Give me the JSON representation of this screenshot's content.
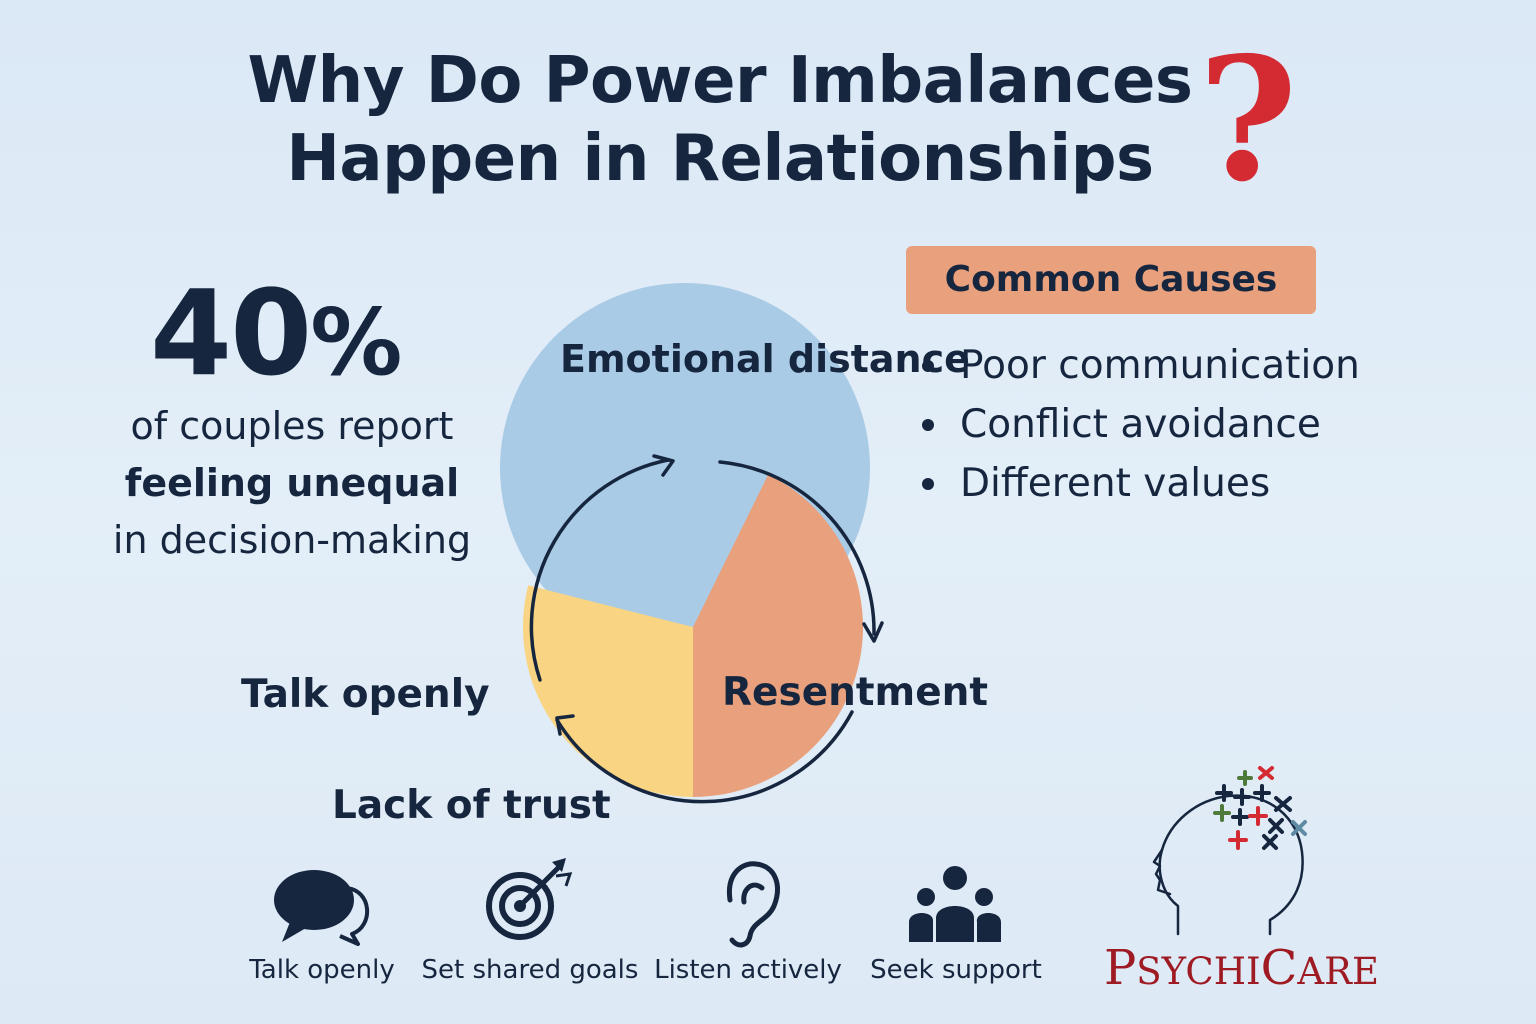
{
  "title": {
    "line1": "Why Do Power Imbalances",
    "line2": "Happen in Relationships",
    "mark": "?"
  },
  "stat": {
    "value": "40",
    "unit": "%",
    "line1": "of couples report",
    "line2": "feeling unequal",
    "line3": "in decision-making"
  },
  "cycle": {
    "emotional": "Emotional distance",
    "resentment": "Resentment",
    "talk": "Talk openly",
    "trust": "Lack of trust"
  },
  "causes": {
    "heading": "Common Causes",
    "items": [
      "Poor communication",
      "Conflict avoidance",
      "Different values"
    ]
  },
  "tips": [
    {
      "label": "Talk openly",
      "icon": "speech-bubbles-icon"
    },
    {
      "label": "Set shared goals",
      "icon": "target-icon"
    },
    {
      "label": "Listen actively",
      "icon": "ear-icon"
    },
    {
      "label": "Seek support",
      "icon": "group-icon"
    }
  ],
  "logo": {
    "p_cap": "P",
    "p_rest": "SYCHI",
    "c_cap": "C",
    "c_rest": "ARE"
  },
  "colors": {
    "navy": "#16263f",
    "blue_circle": "#a9cbe6",
    "orange": "#e9a07c",
    "yellow": "#f8d483",
    "red": "#d42a32",
    "logo_red": "#9e1b24",
    "green": "#4e7a3a",
    "steel": "#5e8aa3"
  }
}
